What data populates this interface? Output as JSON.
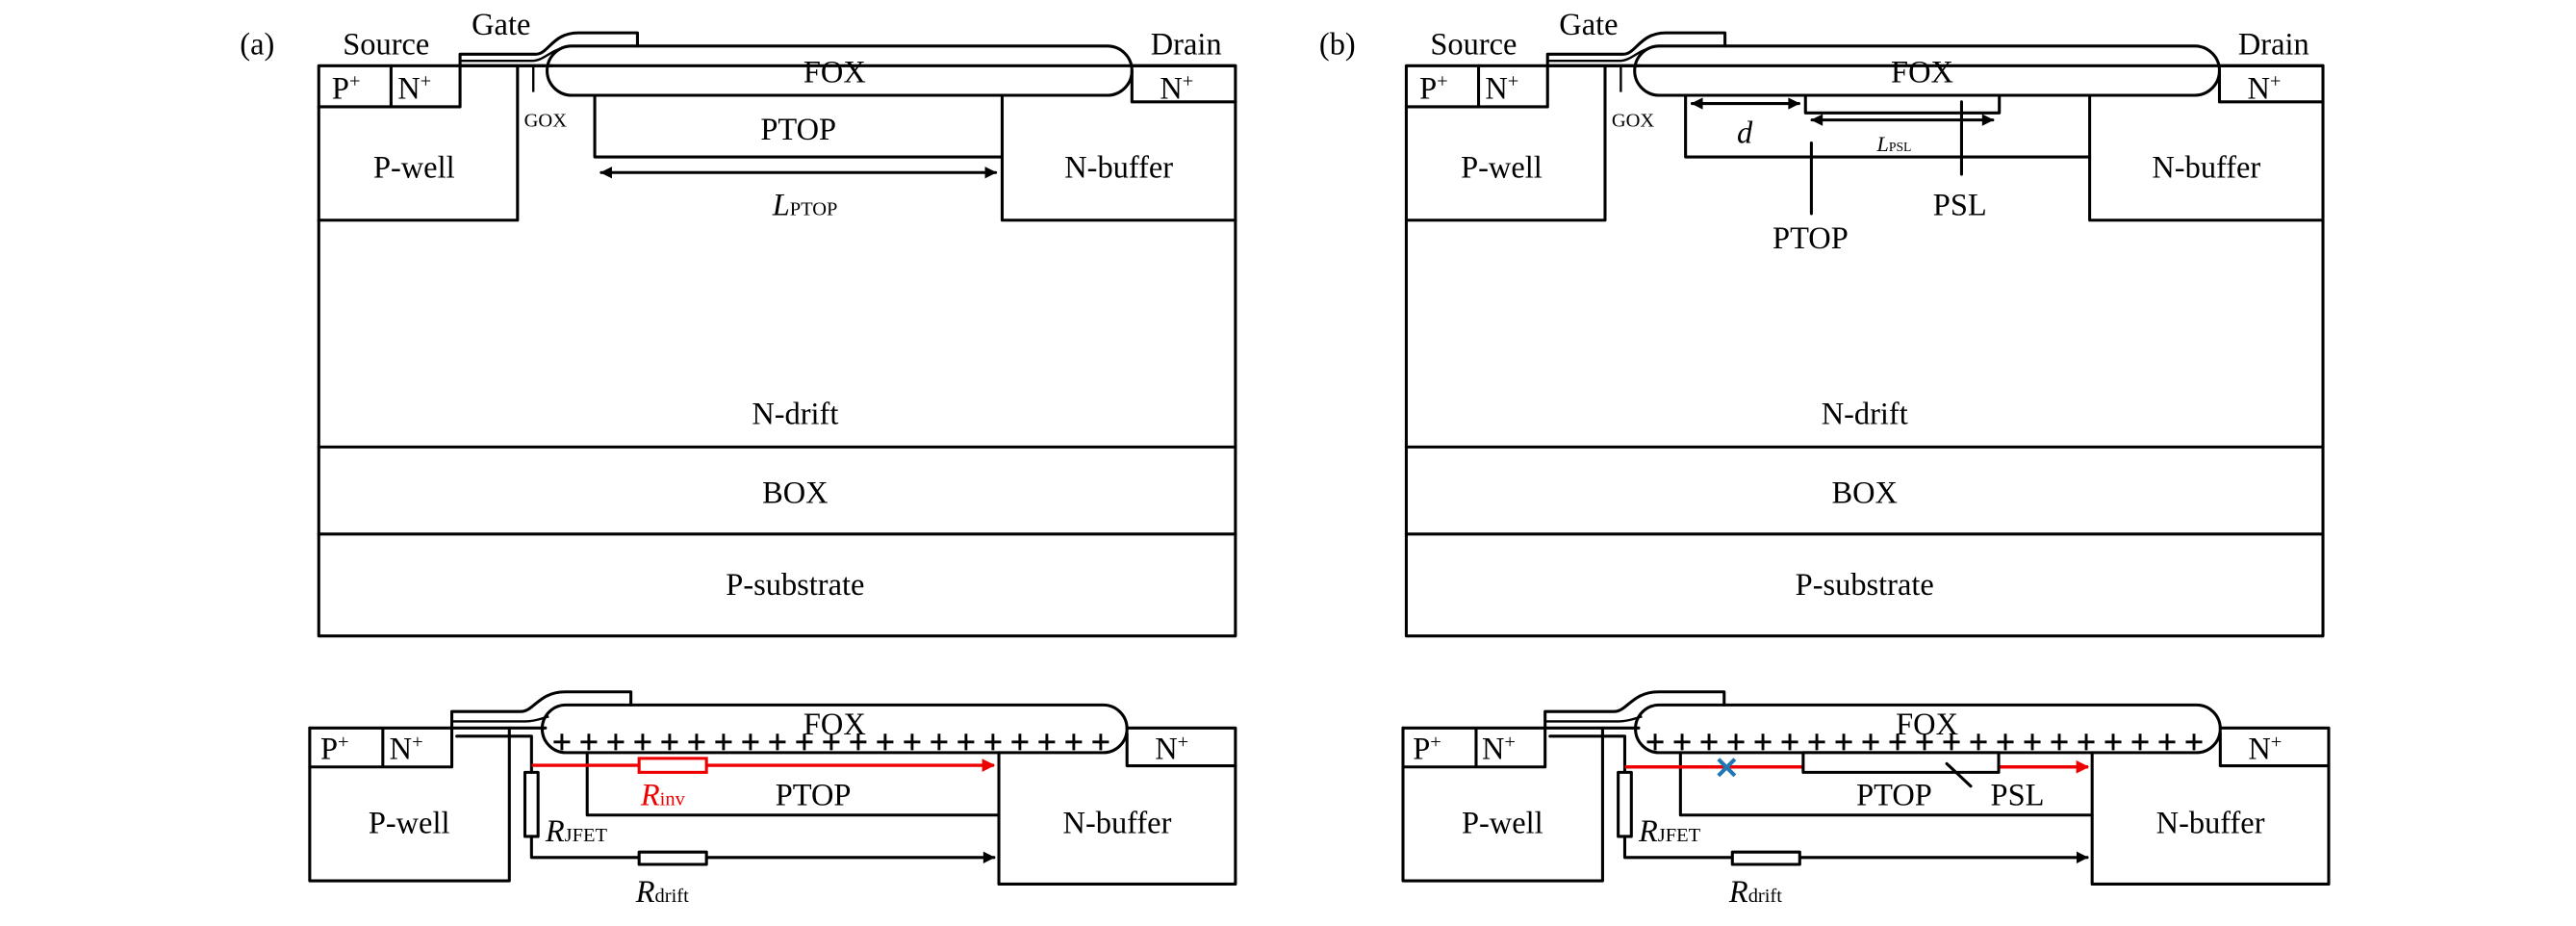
{
  "colors": {
    "current_path": "#ee0000",
    "blocked_mark": "#1f77b4",
    "line": "#000000"
  },
  "panel_a": {
    "tag": "(a)",
    "top": {
      "source": "Source",
      "gate": "Gate",
      "drain": "Drain",
      "p_plus": "P",
      "n_plus": "N",
      "plus_sup": "+",
      "fox": "FOX",
      "gox": "GOX",
      "ptop": "PTOP",
      "pwell": "P-well",
      "nbuffer": "N-buffer",
      "ndrift": "N-drift",
      "box": "BOX",
      "psub": "P-substrate",
      "length_label": {
        "main": "L",
        "sub": "PTOP"
      }
    },
    "bottom": {
      "p_plus": "P",
      "n_plus": "N",
      "plus_sup": "+",
      "fox": "FOX",
      "ptop": "PTOP",
      "pwell": "P-well",
      "nbuffer": "N-buffer",
      "r_inv": {
        "main": "R",
        "sub": "inv"
      },
      "r_jfet": {
        "main": "R",
        "sub": "JFET"
      },
      "r_drift": {
        "main": "R",
        "sub": "drift"
      }
    }
  },
  "panel_b": {
    "tag": "(b)",
    "top": {
      "source": "Source",
      "gate": "Gate",
      "drain": "Drain",
      "p_plus": "P",
      "n_plus": "N",
      "plus_sup": "+",
      "fox": "FOX",
      "gox": "GOX",
      "ptop": "PTOP",
      "psl": "PSL",
      "pwell": "P-well",
      "nbuffer": "N-buffer",
      "ndrift": "N-drift",
      "box": "BOX",
      "psub": "P-substrate",
      "d_label": "d",
      "length_label": {
        "main": "L",
        "sub": "PSL"
      }
    },
    "bottom": {
      "p_plus": "P",
      "n_plus": "N",
      "plus_sup": "+",
      "fox": "FOX",
      "ptop": "PTOP",
      "psl": "PSL",
      "pwell": "P-well",
      "nbuffer": "N-buffer",
      "r_jfet": {
        "main": "R",
        "sub": "JFET"
      },
      "r_drift": {
        "main": "R",
        "sub": "drift"
      }
    }
  }
}
